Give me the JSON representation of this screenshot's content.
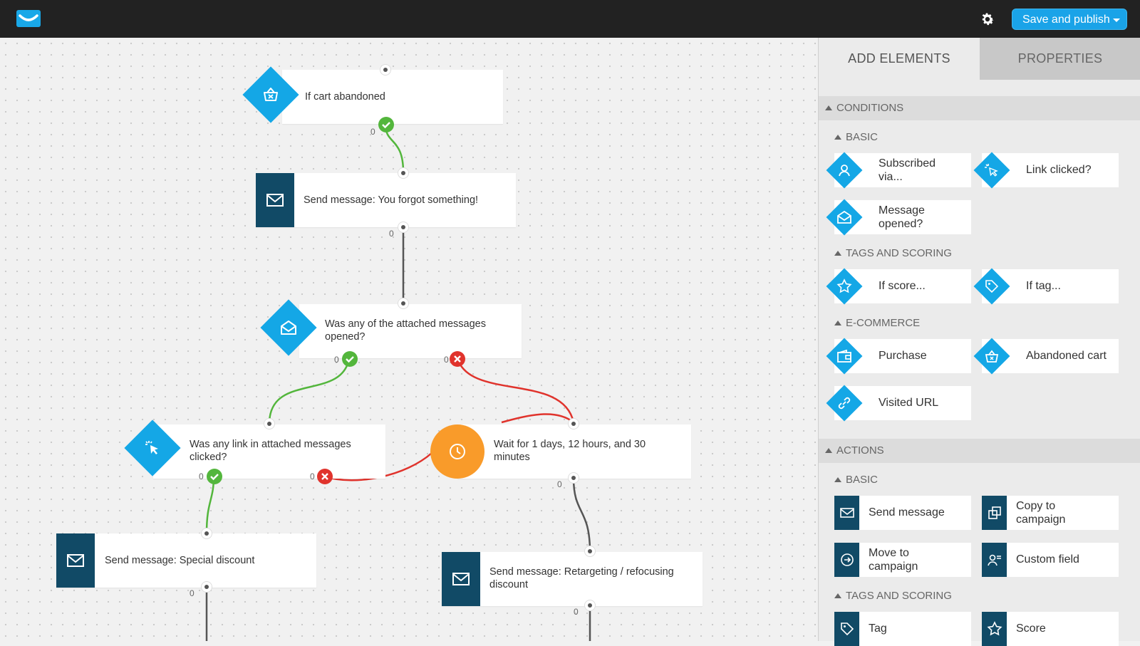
{
  "topbar": {
    "publish_label": "Save and publish",
    "icons": {
      "logo": "getresponse-logo-icon",
      "settings": "gear-icon",
      "publish_caret": "caret-down-icon"
    },
    "colors": {
      "bar": "#222222",
      "accent": "#1aa3e8"
    }
  },
  "workflow": {
    "nodes": {
      "cart": {
        "label": "If cart abandoned",
        "icon": "basket-icon"
      },
      "msg1": {
        "label": "Send message: You forgot something!",
        "icon": "envelope-icon"
      },
      "opened": {
        "label": "Was any of the attached messages opened?",
        "icon": "envelope-open-icon"
      },
      "clicked": {
        "label": "Was any link in attached messages clicked?",
        "icon": "cursor-click-icon"
      },
      "wait": {
        "label": "Wait for 1 days, 12 hours, and 30 minutes",
        "icon": "clock-icon"
      },
      "msg2": {
        "label": "Send message: Special discount",
        "icon": "envelope-icon"
      },
      "msg3": {
        "label": "Send message: Retargeting / refocusing discount",
        "icon": "envelope-icon"
      }
    },
    "counters": [
      "0",
      "0",
      "0",
      "0",
      "0",
      "0",
      "0",
      "0",
      "0"
    ],
    "colors": {
      "condition": "#14a7e6",
      "action": "#114a66",
      "wait": "#f99b2a",
      "yes": "#53b63c",
      "no": "#e0332c"
    }
  },
  "panel": {
    "tabs": {
      "add": "ADD ELEMENTS",
      "props": "PROPERTIES"
    },
    "conditions": {
      "title": "CONDITIONS",
      "basic": "BASIC",
      "basic_items": [
        "Subscribed via...",
        "Link clicked?",
        "Message opened?"
      ],
      "tags": "TAGS AND SCORING",
      "tags_items": [
        "If score...",
        "If tag..."
      ],
      "ecommerce": "E-COMMERCE",
      "ecommerce_items": [
        "Purchase",
        "Abandoned cart",
        "Visited URL"
      ]
    },
    "actions": {
      "title": "ACTIONS",
      "basic": "BASIC",
      "basic_items": [
        "Send message",
        "Copy to campaign",
        "Move to campaign",
        "Custom field"
      ],
      "tags": "TAGS AND SCORING",
      "tags_items": [
        "Tag",
        "Score"
      ]
    }
  }
}
